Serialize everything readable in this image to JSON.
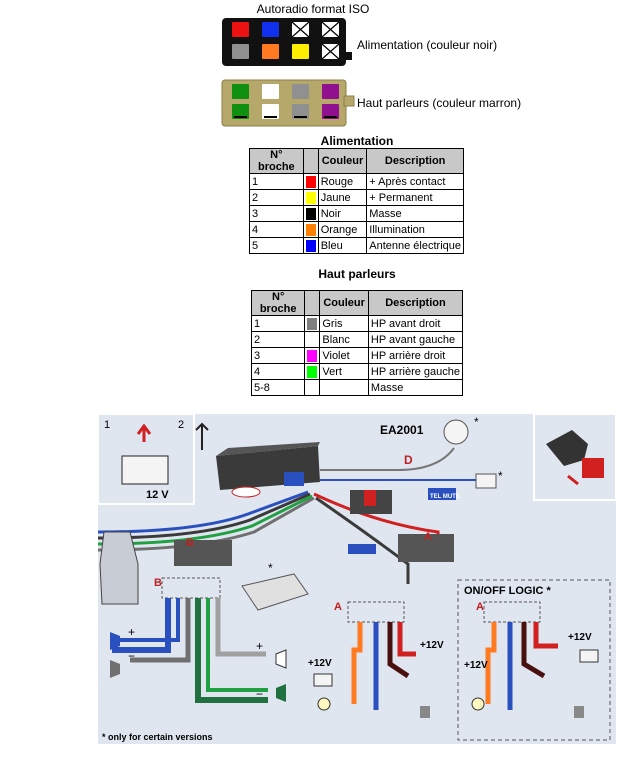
{
  "header": {
    "title": "Autoradio format ISO"
  },
  "connectors": {
    "power_label": "Alimentation (couleur noir)",
    "speaker_label": "Haut parleurs (couleur marron)",
    "power_top_colors": [
      "#ee1111",
      "#1030ee",
      "#ffffff",
      "#ffffff"
    ],
    "power_bottom_colors": [
      "#909090",
      "#ff7a20",
      "#ffee00",
      "#ffffff"
    ],
    "speaker_top_colors": [
      "#109010",
      "#ffffff",
      "#909090",
      "#901090"
    ],
    "speaker_bottom_colors": [
      "#109010",
      "#ffffff",
      "#909090",
      "#901090"
    ],
    "power_body_color": "#111111",
    "speaker_body_color": "#b5a86a"
  },
  "power_table": {
    "title": "Alimentation",
    "headers": [
      "N° broche",
      "",
      "Couleur",
      "Description"
    ],
    "rows": [
      {
        "pin": "1",
        "color": "#ff0000",
        "name": "Rouge",
        "desc": "+ Après contact"
      },
      {
        "pin": "2",
        "color": "#ffff00",
        "name": "Jaune",
        "desc": "+ Permanent"
      },
      {
        "pin": "3",
        "color": "#000000",
        "name": "Noir",
        "desc": "Masse"
      },
      {
        "pin": "4",
        "color": "#ff8000",
        "name": "Orange",
        "desc": "Illumination"
      },
      {
        "pin": "5",
        "color": "#0000ff",
        "name": "Bleu",
        "desc": "Antenne électrique"
      }
    ]
  },
  "speaker_table": {
    "title": "Haut parleurs",
    "headers": [
      "N° broche",
      "",
      "Couleur",
      "Description"
    ],
    "rows": [
      {
        "pin": "1",
        "color": "#808080",
        "name": "Gris",
        "desc": "HP avant droit"
      },
      {
        "pin": "2",
        "color": "#ffffff",
        "name": "Blanc",
        "desc": "HP avant gauche"
      },
      {
        "pin": "3",
        "color": "#ff00ff",
        "name": "Violet",
        "desc": "HP arrière droit"
      },
      {
        "pin": "4",
        "color": "#00ff00",
        "name": "Vert",
        "desc": "HP arrière gauche"
      },
      {
        "pin": "5-8",
        "color": "",
        "name": "",
        "desc": "Masse"
      }
    ]
  },
  "diagram": {
    "label_1": "1",
    "label_2": "2",
    "battery_label": "12 V",
    "model": "EA2001",
    "asterisk": "*",
    "connector_d": "D",
    "tel_mute": "TEL MUTE",
    "connector_a": "A",
    "connector_b": "B",
    "logic_title": "ON/OFF LOGIC *",
    "v12": "+12V",
    "plus": "+",
    "minus": "−",
    "footnote": "* only for certain  versions"
  }
}
